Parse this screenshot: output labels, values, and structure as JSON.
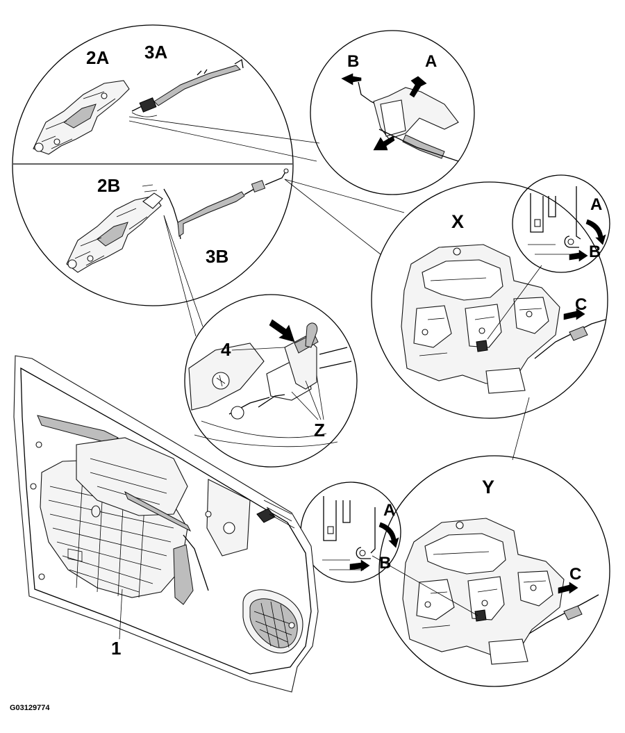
{
  "figure_code": "G03129774",
  "callouts": {
    "door_panel": "1",
    "lock_2a": "2A",
    "cable_3a": "3A",
    "lock_2b": "2B",
    "cable_3b": "3B",
    "clip": "4",
    "clip_tabs": "Z",
    "view_x": "X",
    "view_y": "Y",
    "top_detail_a": "A",
    "top_detail_b": "B",
    "x_a": "A",
    "x_b": "B",
    "x_c": "C",
    "y_a": "A",
    "y_b": "B",
    "y_c": "C"
  }
}
